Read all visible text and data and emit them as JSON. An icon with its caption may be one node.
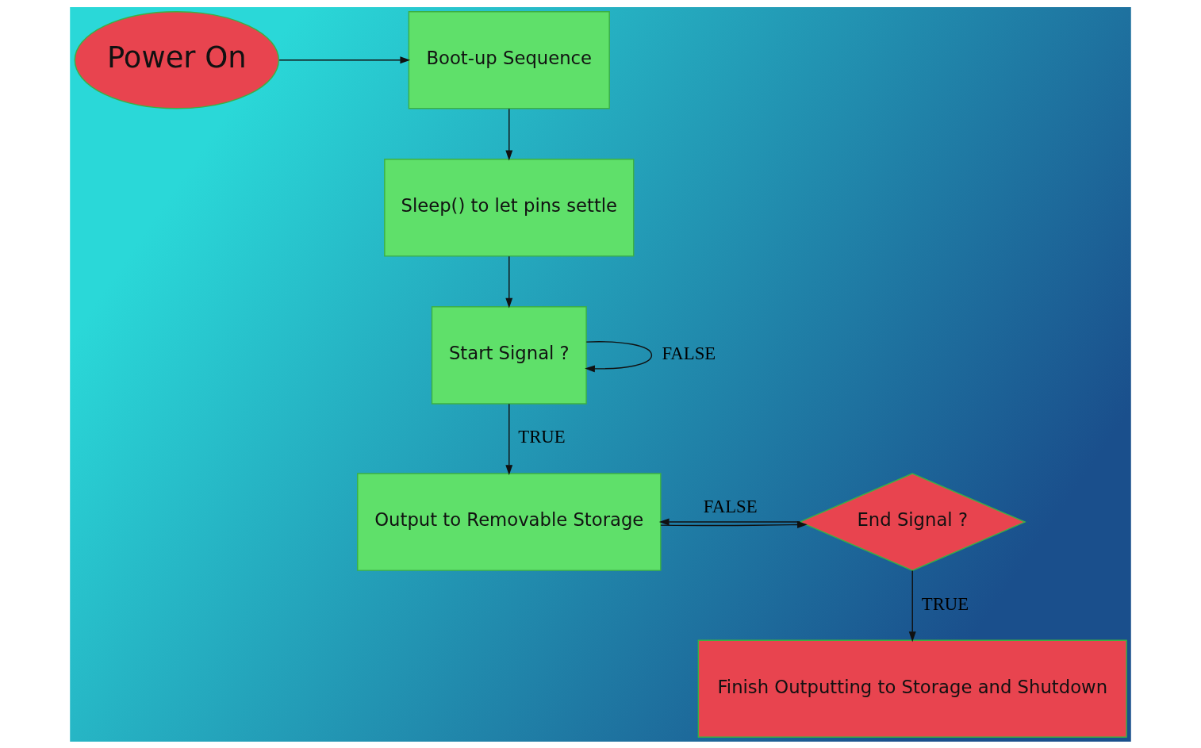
{
  "diagram": {
    "nodes": [
      {
        "text": [
          "Power On"
        ]
      },
      {
        "text": [
          "Boot-up Sequence"
        ]
      },
      {
        "text": [
          "Sleep() to let pins settle"
        ]
      },
      {
        "text": [
          "Start Signal ?"
        ]
      },
      {
        "text": [
          "Output to Removable Storage"
        ]
      },
      {
        "text": [
          "End Signal ?"
        ]
      },
      {
        "text": [
          "Finish Outputting to Storage and Shutdown"
        ]
      }
    ],
    "edges": [
      {
        "from": 0,
        "to": 1,
        "arrow": "to"
      },
      {
        "from": 1,
        "to": 2,
        "arrow": "to"
      },
      {
        "from": 2,
        "to": 3,
        "arrow": "to"
      },
      {
        "from": 3,
        "to": 3,
        "arrow": "to",
        "label": "FALSE"
      },
      {
        "from": 3,
        "to": 4,
        "arrow": "to",
        "label": "TRUE"
      },
      {
        "from": 4,
        "to": 5,
        "arrow": "to"
      },
      {
        "from": 5,
        "to": 4,
        "arrow": "to",
        "label": "FALSE"
      },
      {
        "from": 5,
        "to": 6,
        "arrow": "to",
        "label": "TRUE"
      }
    ]
  }
}
